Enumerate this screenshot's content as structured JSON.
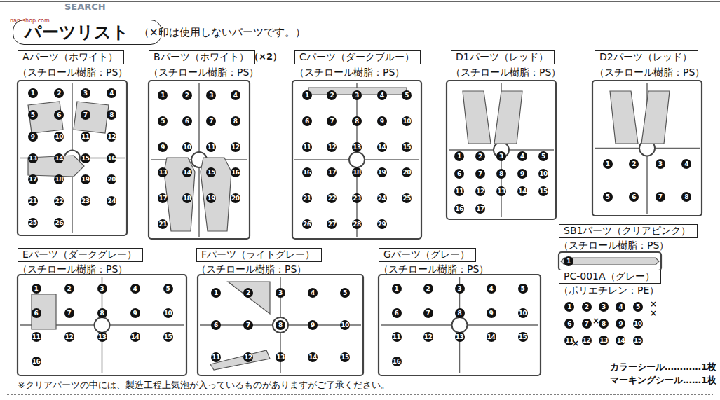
{
  "diagram": {
    "nodes": [
      {
        "text": [
          "パーツリスト"
        ]
      },
      {
        "text": [
          "Aパーツ（ホワイト）"
        ]
      },
      {
        "text": [
          "Bパーツ（ホワイト）"
        ]
      },
      {
        "text": [
          "Cパーツ（ダークブルー）"
        ]
      },
      {
        "text": [
          "D1パーツ（レッド）"
        ]
      },
      {
        "text": [
          "D2パーツ（レッド）"
        ]
      },
      {
        "text": [
          "SB1パーツ（クリアピンク）"
        ]
      },
      {
        "text": [
          "Eパーツ（ダークグレー）"
        ]
      },
      {
        "text": [
          "Fパーツ（ライトグレー）"
        ]
      },
      {
        "text": [
          "Gパーツ（グレー）"
        ]
      },
      {
        "text": [
          "PC-001A（グレー）"
        ]
      }
    ],
    "edges": [],
    "labels": [
      "SEARCH",
      "nan-shop.com",
      "（×印は使用しないパーツです。）",
      "（×2）",
      "（スチロール樹脂：PS）",
      "（スチロール樹脂：PS）",
      "（スチロール樹脂：PS）",
      "（スチロール樹脂：PS）",
      "（スチロール樹脂：PS）",
      "（スチロール樹脂：PS）",
      "（スチロール樹脂：PS）",
      "（スチロール樹脂：PS）",
      "（スチロール樹脂：PS）",
      "（ポリエチレン：PE）",
      "カラーシール…………1枚",
      "マーキングシール……1枚",
      "※クリアパーツの中には、製造工程上気泡が入っているものがありますがご了承ください。",
      "×",
      "×",
      "×",
      "×",
      "1",
      "2",
      "3",
      "4",
      "5",
      "6",
      "7",
      "8",
      "9",
      "10",
      "11",
      "12",
      "13",
      "14",
      "15",
      "16",
      "17",
      "18",
      "19",
      "20",
      "21",
      "22",
      "23",
      "24",
      "25",
      "26",
      "1",
      "2",
      "3",
      "4",
      "5",
      "6",
      "7",
      "8",
      "9",
      "10",
      "11",
      "12",
      "13",
      "14",
      "15",
      "16",
      "17",
      "18",
      "19",
      "20",
      "21",
      "1",
      "2",
      "3",
      "4",
      "5",
      "6",
      "7",
      "8",
      "9",
      "10",
      "11",
      "12",
      "13",
      "14",
      "15",
      "16",
      "17",
      "18",
      "19",
      "20",
      "21",
      "22",
      "23",
      "24",
      "25",
      "26",
      "27",
      "28",
      "29",
      "1",
      "2",
      "3",
      "4",
      "5",
      "6",
      "7",
      "8",
      "9",
      "10",
      "11",
      "12",
      "13",
      "14",
      "15",
      "16",
      "17",
      "1",
      "2",
      "3",
      "4",
      "5",
      "6",
      "7",
      "8",
      "1",
      "1",
      "2",
      "3",
      "4",
      "5",
      "6",
      "7",
      "8",
      "9",
      "10",
      "11",
      "12",
      "13",
      "14",
      "15",
      "16",
      "1",
      "2",
      "3",
      "4",
      "5",
      "6",
      "7",
      "8",
      "9",
      "10",
      "11",
      "12",
      "13",
      "14",
      "15",
      "1",
      "2",
      "3",
      "4",
      "5",
      "6",
      "7",
      "8",
      "9",
      "10",
      "11",
      "12",
      "13",
      "14",
      "15",
      "16",
      "1",
      "2",
      "3",
      "4",
      "5",
      "6",
      "7",
      "8",
      "9",
      "10",
      "11",
      "12",
      "13",
      "14",
      "15"
    ]
  }
}
